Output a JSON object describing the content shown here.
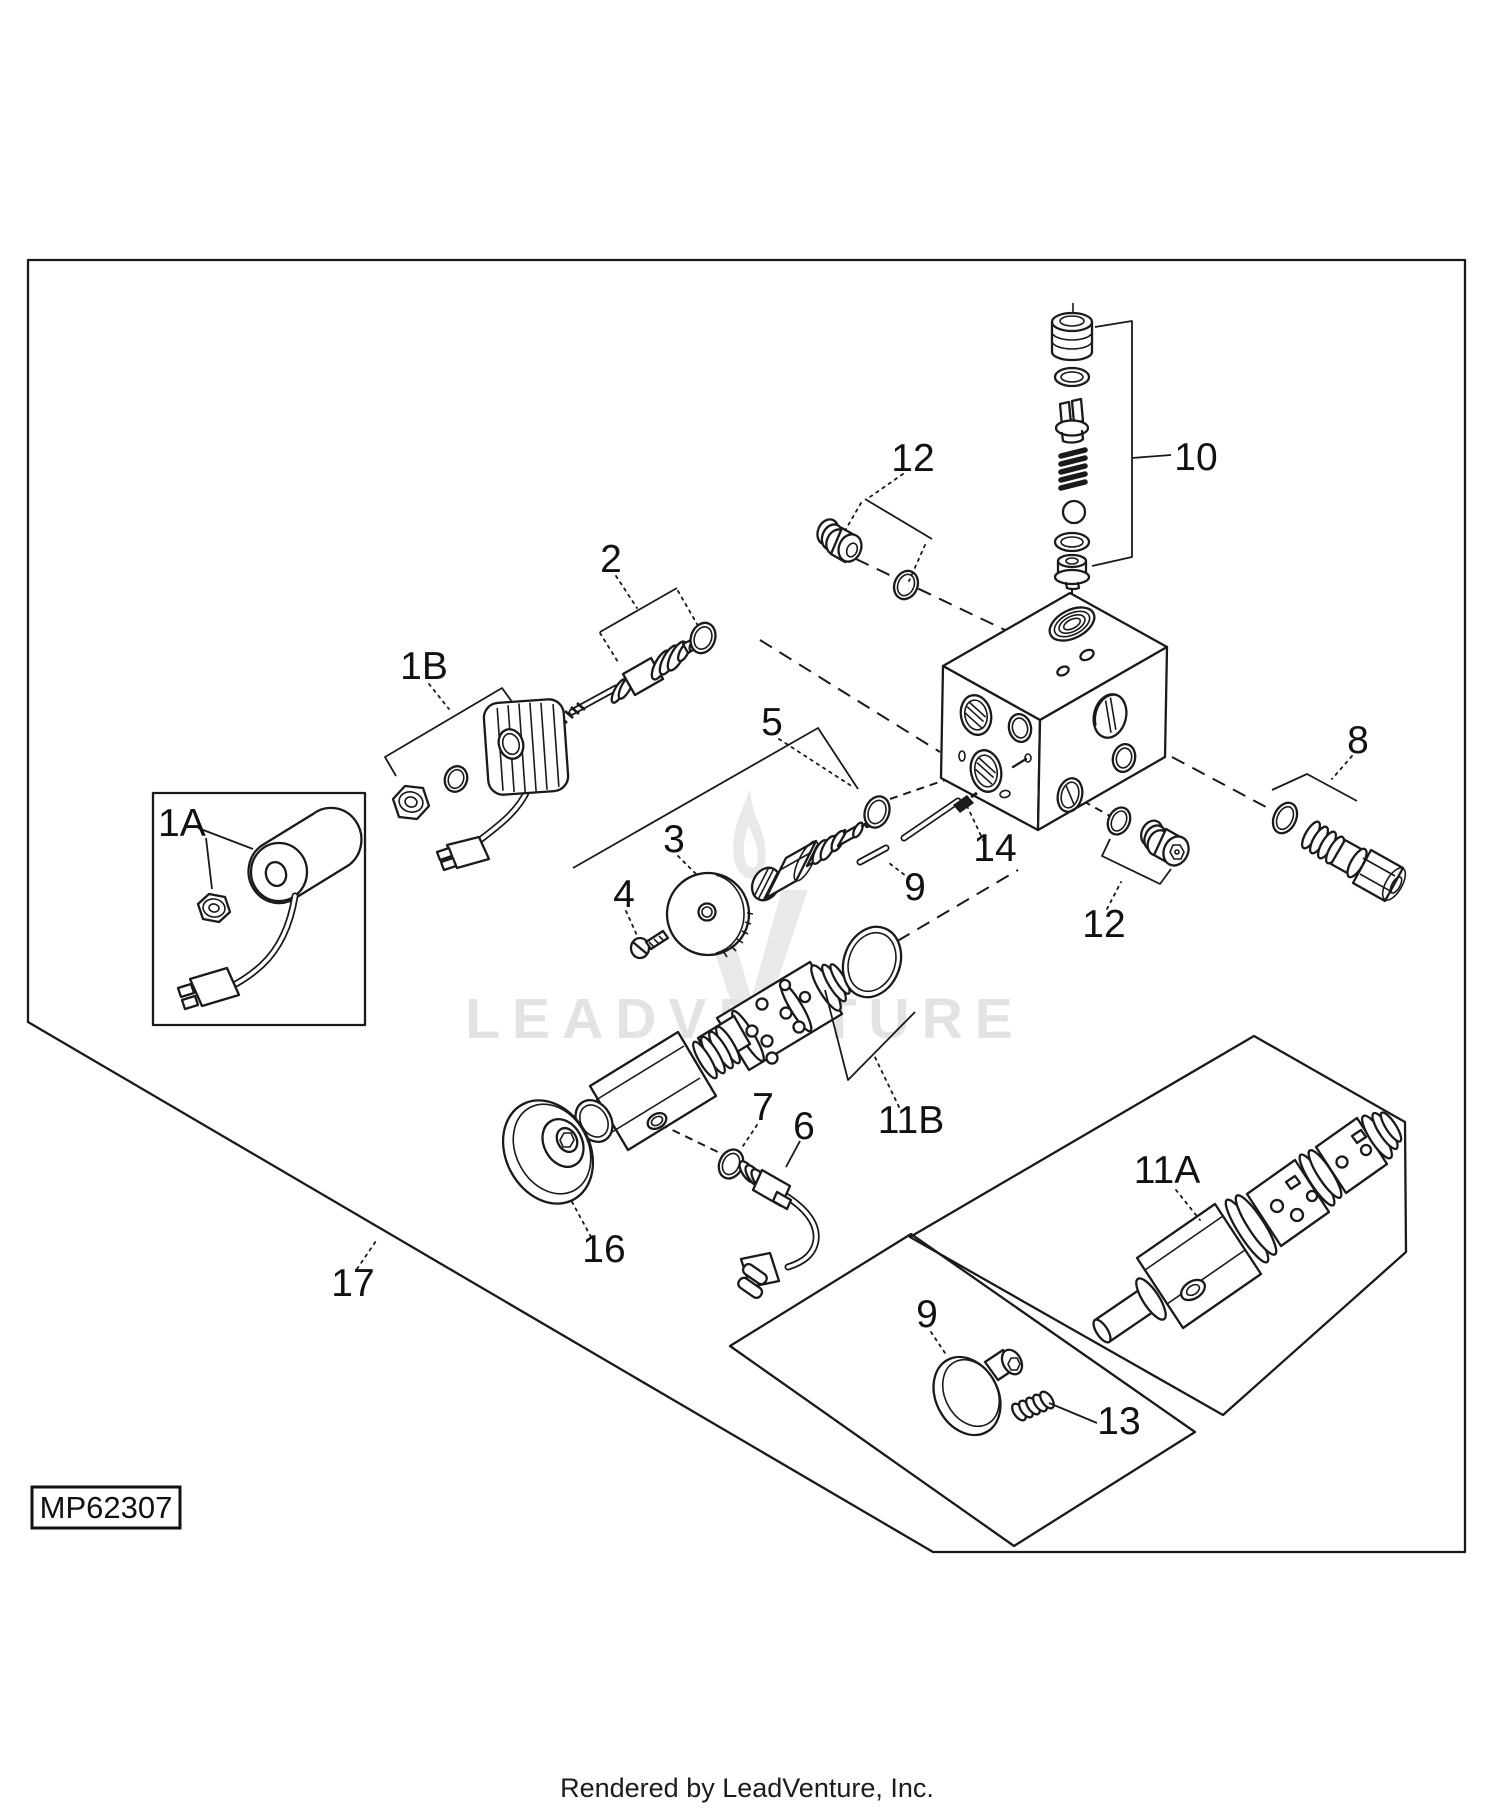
{
  "diagram": {
    "part_code": "MP62307",
    "footer_text": "Rendered by LeadVenture, Inc.",
    "watermark_text": "LEADVENTURE",
    "callouts": [
      {
        "id": "1A",
        "text": "1A"
      },
      {
        "id": "1B",
        "text": "1B"
      },
      {
        "id": "2",
        "text": "2"
      },
      {
        "id": "3",
        "text": "3"
      },
      {
        "id": "4",
        "text": "4"
      },
      {
        "id": "5",
        "text": "5"
      },
      {
        "id": "6",
        "text": "6"
      },
      {
        "id": "7",
        "text": "7"
      },
      {
        "id": "8",
        "text": "8"
      },
      {
        "id": "9-mid",
        "text": "9"
      },
      {
        "id": "10",
        "text": "10"
      },
      {
        "id": "11A",
        "text": "11A"
      },
      {
        "id": "11B",
        "text": "11B"
      },
      {
        "id": "12-top",
        "text": "12"
      },
      {
        "id": "12-bottom",
        "text": "12"
      },
      {
        "id": "13",
        "text": "13"
      },
      {
        "id": "14",
        "text": "14"
      },
      {
        "id": "16",
        "text": "16"
      },
      {
        "id": "17",
        "text": "17"
      },
      {
        "id": "9-bottom",
        "text": "9"
      }
    ]
  }
}
